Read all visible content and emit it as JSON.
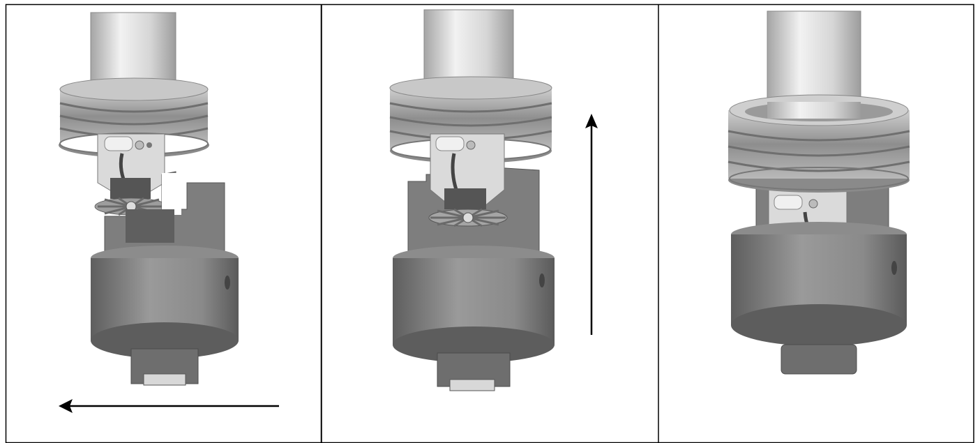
{
  "figure": {
    "panels": [
      {
        "id": "step-1",
        "arrow": "left"
      },
      {
        "id": "step-2",
        "arrow": "up"
      },
      {
        "id": "step-3",
        "arrow": "none"
      }
    ],
    "colors": {
      "background": "#ffffff",
      "border": "#000000",
      "pipe_light": "#e2e2e2",
      "pipe_shadow": "#9a9a9a",
      "body_dark": "#6b6b6b",
      "body_mid": "#8a8a8a",
      "body_light": "#a9a9a9",
      "ring_light": "#bdbdbd",
      "ring_dark": "#7a7a7a",
      "frame_light": "#dcdcdc",
      "arrow": "#000000"
    },
    "icons": [
      "arrow-left-icon",
      "arrow-up-icon",
      "sprinkler-head-icon",
      "socket-tool-icon",
      "guard-ring-icon"
    ]
  }
}
